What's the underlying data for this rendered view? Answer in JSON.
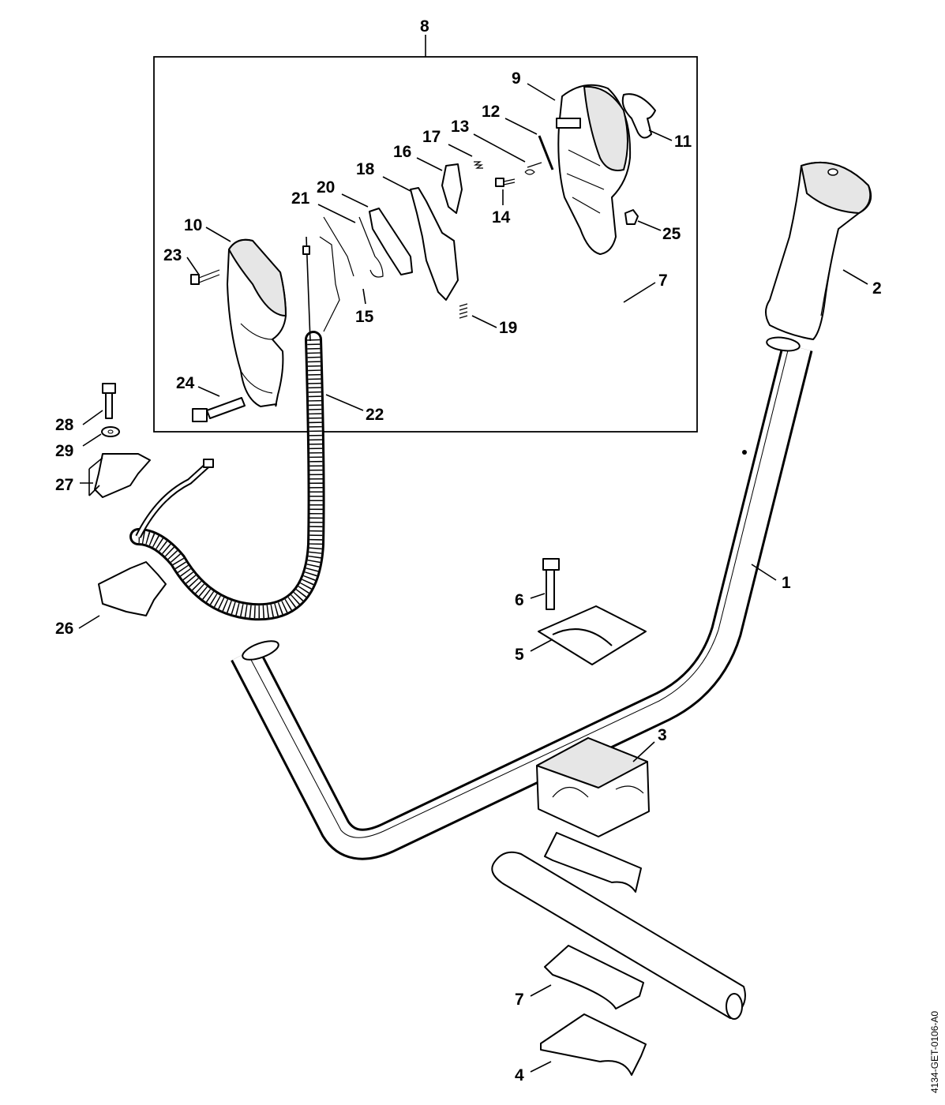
{
  "diagram": {
    "reference_code": "4134-GET-0106-A0",
    "callouts": {
      "c1": "1",
      "c2": "2",
      "c3": "3",
      "c4": "4",
      "c5": "5",
      "c6": "6",
      "c7a": "7",
      "c7b": "7",
      "c8": "8",
      "c9": "9",
      "c10": "10",
      "c11": "11",
      "c12": "12",
      "c13": "13",
      "c14": "14",
      "c15": "15",
      "c16": "16",
      "c17": "17",
      "c18": "18",
      "c19": "19",
      "c20": "20",
      "c21": "21",
      "c22": "22",
      "c23": "23",
      "c24": "24",
      "c25": "25",
      "c26": "26",
      "c27": "27",
      "c28": "28",
      "c29": "29"
    }
  }
}
